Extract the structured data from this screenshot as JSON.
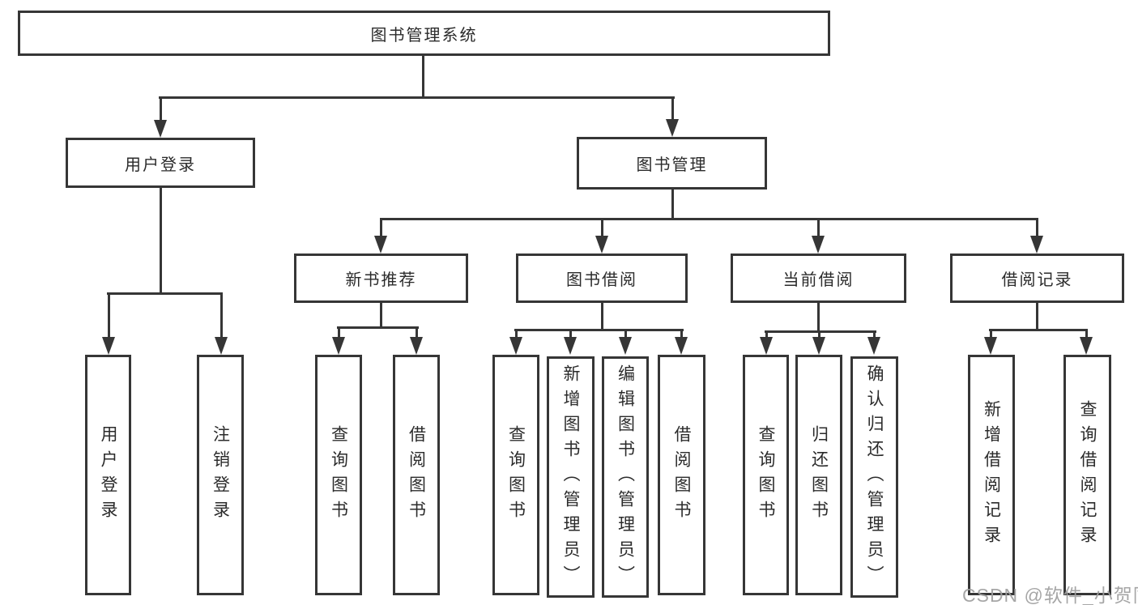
{
  "title": {
    "label": "图书管理系统"
  },
  "nodes": {
    "user_login": {
      "label": "用户登录"
    },
    "book_mgmt": {
      "label": "图书管理"
    },
    "new_book_rec": {
      "label": "新书推荐"
    },
    "book_borrow": {
      "label": "图书借阅"
    },
    "current_borrow": {
      "label": "当前借阅"
    },
    "borrow_record": {
      "label": "借阅记录"
    },
    "leaf_user_login": {
      "label": "用户登录"
    },
    "leaf_logout": {
      "label": "注销登录"
    },
    "leaf_rec_query": {
      "label": "查询图书"
    },
    "leaf_rec_borrow": {
      "label": "借阅图书"
    },
    "leaf_bb_query": {
      "label": "查询图书"
    },
    "leaf_bb_add": {
      "label": "新增图书（管理员）"
    },
    "leaf_bb_edit": {
      "label": "编辑图书（管理员）"
    },
    "leaf_bb_borrow": {
      "label": "借阅图书"
    },
    "leaf_cb_query": {
      "label": "查询图书"
    },
    "leaf_cb_return": {
      "label": "归还图书"
    },
    "leaf_cb_confirm": {
      "label": "确认归还（管理员）"
    },
    "leaf_br_add": {
      "label": "新增借阅记录"
    },
    "leaf_br_query": {
      "label": "查询借阅记录"
    }
  },
  "colors": {
    "line": "#363636",
    "text": "#2b2b2b",
    "watermark": "#9e9e9e"
  },
  "watermark": {
    "text": "CSDN @软件_小贺同学"
  }
}
